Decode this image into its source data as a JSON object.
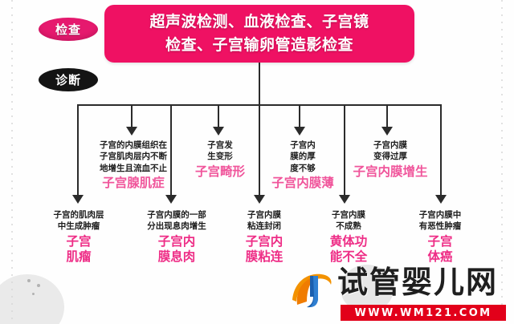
{
  "page": {
    "title": "子宫检查与诊断流程图",
    "background_color": "#fefefe"
  },
  "colors": {
    "accent_pink": "#ef1163",
    "badge_exam": "#e6196e",
    "badge_diag": "#141414",
    "term_pink": "#f0368b",
    "connector": "#2b2b2b",
    "url_red": "#e2001a"
  },
  "badges": {
    "exam": "检查",
    "diagnosis": "诊断"
  },
  "header": {
    "line1": "超声波检测、血液检查、子宫镜",
    "line2": "检查、子宫输卵管造影检查"
  },
  "nodes": {
    "top_row": [
      {
        "description": "子宫的内膜组织在\n子宫肌肉层内不断\n地增生且流血不止",
        "term": "子宫腺肌症"
      },
      {
        "description": "子宫发\n生变形",
        "term": "子宫畸形"
      },
      {
        "description": "子宫内\n膜的厚\n度不够",
        "term": "子宫内膜薄"
      },
      {
        "description": "子宫内膜\n变得过厚",
        "term": "子宫内膜增生"
      }
    ],
    "bottom_row": [
      {
        "description": "子宫的肌肉层\n中生成肿瘤",
        "term": "子宫\n肌瘤"
      },
      {
        "description": "子宫内膜的一部\n分出现息肉增生",
        "term": "子宫内\n膜息肉"
      },
      {
        "description": "子宫内膜\n粘连封闭",
        "term": "子宫内\n膜粘连"
      },
      {
        "description": "子宫内膜\n不成熟",
        "term": "黄体功\n能不全"
      },
      {
        "description": "子宫内膜中\n有恶性肿瘤",
        "term": "子宫\n体癌"
      }
    ]
  },
  "watermark": {
    "site_name": "试管婴儿网",
    "url": "WWW.WM121.COM"
  }
}
